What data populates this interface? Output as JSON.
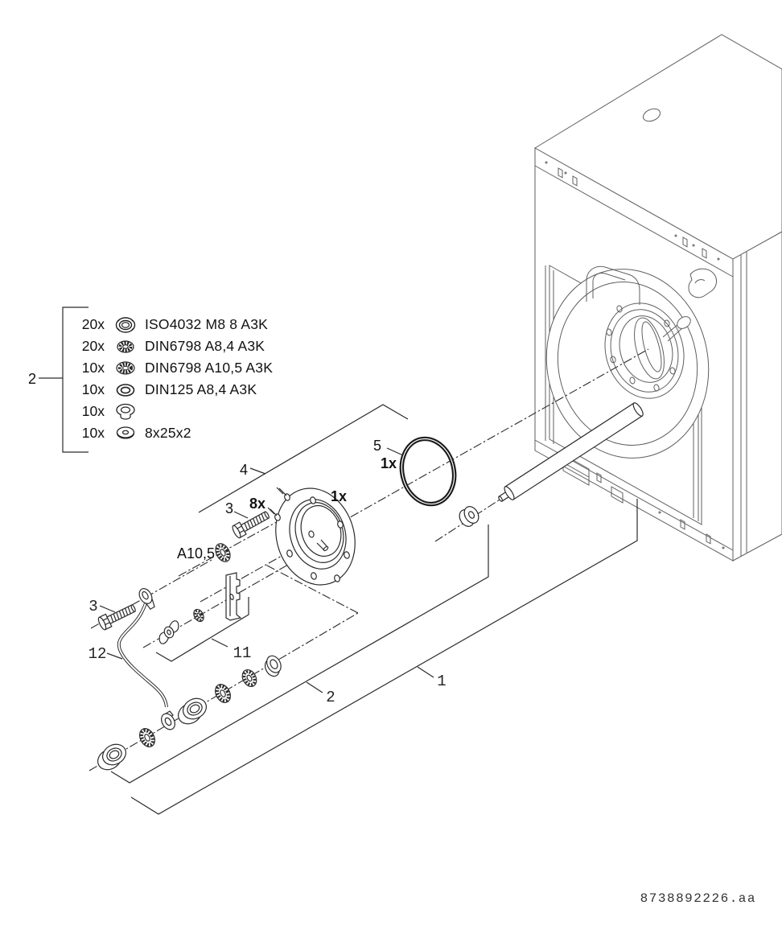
{
  "page": {
    "background": "#ffffff",
    "diagram_line_color": "#2b2b2b",
    "boiler_line_color": "#5f5f5f"
  },
  "document_code": "8738892226.aa",
  "parts_list": {
    "bracket_label": "2",
    "rows": [
      {
        "qty": "20x",
        "icon": "lock-nut-icon",
        "spec": "ISO4032 M8 8 A3K"
      },
      {
        "qty": "20x",
        "icon": "serrated-washer-icon",
        "spec": "DIN6798 A8,4 A3K"
      },
      {
        "qty": "10x",
        "icon": "serrated-washer-icon",
        "spec": "DIN6798 A10,5 A3K"
      },
      {
        "qty": "10x",
        "icon": "flat-washer-icon",
        "spec": "DIN125 A8,4 A3K"
      },
      {
        "qty": "10x",
        "icon": "cap-plug-icon",
        "spec": ""
      },
      {
        "qty": "10x",
        "icon": "sealing-washer-icon",
        "spec": "8x25x2"
      }
    ]
  },
  "callouts": {
    "flange_group": "4",
    "bolt_top": "3",
    "bolt_top_qty": "8x",
    "flange_qty": "1x",
    "o_ring": "5",
    "o_ring_qty": "1x",
    "washer_size": "A10,5",
    "bolt_bottom": "3",
    "ground_cable": "12",
    "bracket": "11",
    "fastener_group": "2",
    "boiler_group": "1"
  }
}
